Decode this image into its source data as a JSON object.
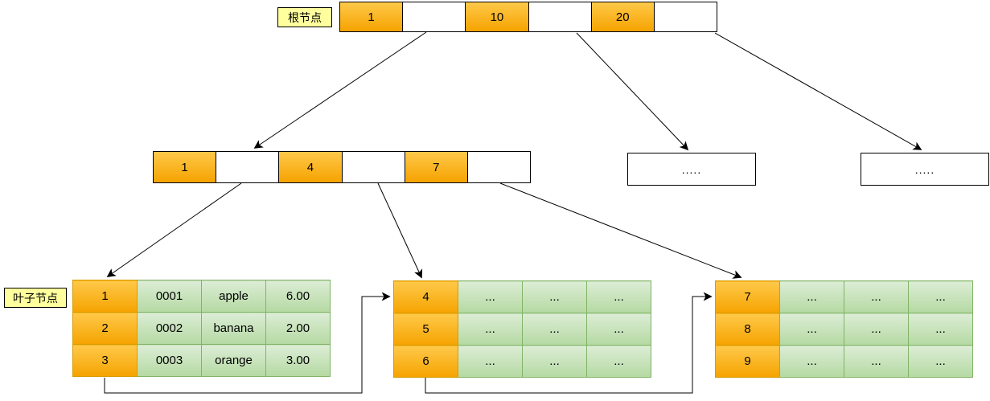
{
  "labels": {
    "root": "根节点",
    "leaf": "叶子节点"
  },
  "root_node": {
    "cells": [
      "1",
      "",
      "10",
      "",
      "20",
      ""
    ]
  },
  "internal_node": {
    "cells": [
      "1",
      "",
      "4",
      "",
      "7",
      ""
    ]
  },
  "placeholder_nodes": [
    {
      "text": "....."
    },
    {
      "text": "....."
    }
  ],
  "leaf_tables": [
    {
      "rows": [
        [
          "1",
          "0001",
          "apple",
          "6.00"
        ],
        [
          "2",
          "0002",
          "banana",
          "2.00"
        ],
        [
          "3",
          "0003",
          "orange",
          "3.00"
        ]
      ]
    },
    {
      "rows": [
        [
          "4",
          "...",
          "...",
          "..."
        ],
        [
          "5",
          "...",
          "...",
          "..."
        ],
        [
          "6",
          "...",
          "...",
          "..."
        ]
      ]
    },
    {
      "rows": [
        [
          "7",
          "...",
          "...",
          "..."
        ],
        [
          "8",
          "...",
          "...",
          "..."
        ],
        [
          "9",
          "...",
          "...",
          "..."
        ]
      ]
    }
  ],
  "colors": {
    "key_cell_top": "#ffc94a",
    "key_cell_bottom": "#f5a300",
    "key_cell_border": "#d79b00",
    "data_cell_top": "#dcedd6",
    "data_cell_bottom": "#b5d9a2",
    "data_cell_border": "#82b366",
    "label_background": "#ffff9e",
    "node_border": "#000000",
    "line": "#000000"
  }
}
